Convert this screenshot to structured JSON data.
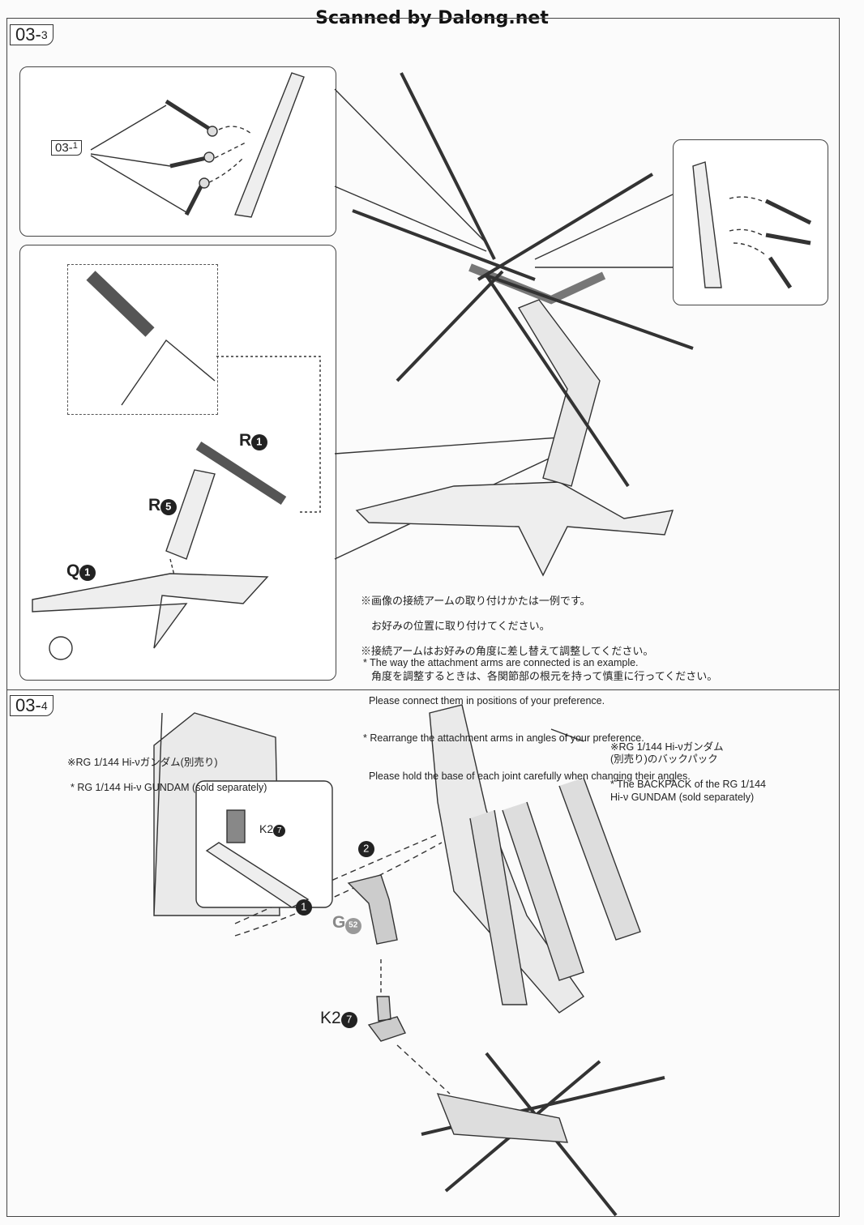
{
  "watermark": "Scanned by Dalong.net",
  "section_3": {
    "step_label": "03",
    "step_sub": "3",
    "ref_label": "03",
    "ref_sub": "1",
    "parts": {
      "r1": "R",
      "r1_num": "1",
      "r5": "R",
      "r5_num": "5",
      "q1": "Q",
      "q1_num": "1"
    },
    "notes_jp": [
      "※画像の接続アームの取り付けかたは一例です。",
      "　お好みの位置に取り付けてください。",
      "※接続アームはお好みの角度に差し替えて調整してください。",
      "　角度を調整するときは、各関節部の根元を持って慎重に行ってください。"
    ],
    "notes_en": [
      "* The way the attachment arms are connected is an example.",
      "  Please connect them in positions of your preference.",
      "* Rearrange the attachment arms in angles of your preference.",
      "  Please hold the base of each joint carefully when changing their angles."
    ]
  },
  "section_4": {
    "step_label": "03",
    "step_sub": "4",
    "left_note_jp": "※RG 1/144 Hi-νガンダム(別売り)",
    "left_note_en": "* RG 1/144 Hi-ν GUNDAM (sold separately)",
    "right_note_jp": "※RG 1/144 Hi-νガンダム\n(別売り)のバックパック",
    "right_note_en": "* The BACKPACK of the RG 1/144\nHi-ν GUNDAM (sold separately)",
    "order_1": "1",
    "order_2": "2",
    "parts": {
      "g52": "G",
      "g52_num": "52",
      "k2": "K2",
      "k2_num": "7",
      "inset_k2": "K2",
      "inset_k2_num": "7"
    }
  }
}
